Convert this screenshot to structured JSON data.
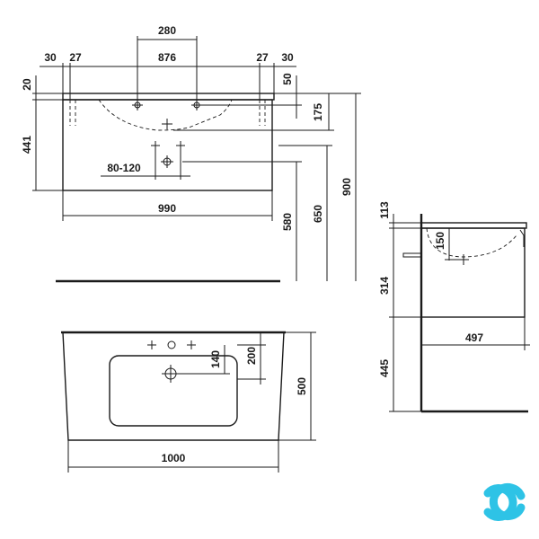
{
  "front_view": {
    "top_width": "280",
    "inner_width": "876",
    "left_edge": "30",
    "left_offset": "27",
    "right_offset": "27",
    "right_edge": "30",
    "top_left": "20",
    "top_right": "50",
    "cabinet_height": "441",
    "basin_depth": "175",
    "tap_range": "80-120",
    "cabinet_width": "990",
    "floor_top": "580",
    "floor_tap": "650",
    "total_height": "900"
  },
  "side_view": {
    "top_thickness": "113",
    "waste_offset": "150",
    "drawer_height": "314",
    "depth": "497",
    "floor_gap": "445"
  },
  "top_view": {
    "tap_offset": "140",
    "basin_offset": "200",
    "depth": "500",
    "width": "1000"
  },
  "logo": {
    "colors": {
      "primary": "#2ec3e6"
    }
  }
}
